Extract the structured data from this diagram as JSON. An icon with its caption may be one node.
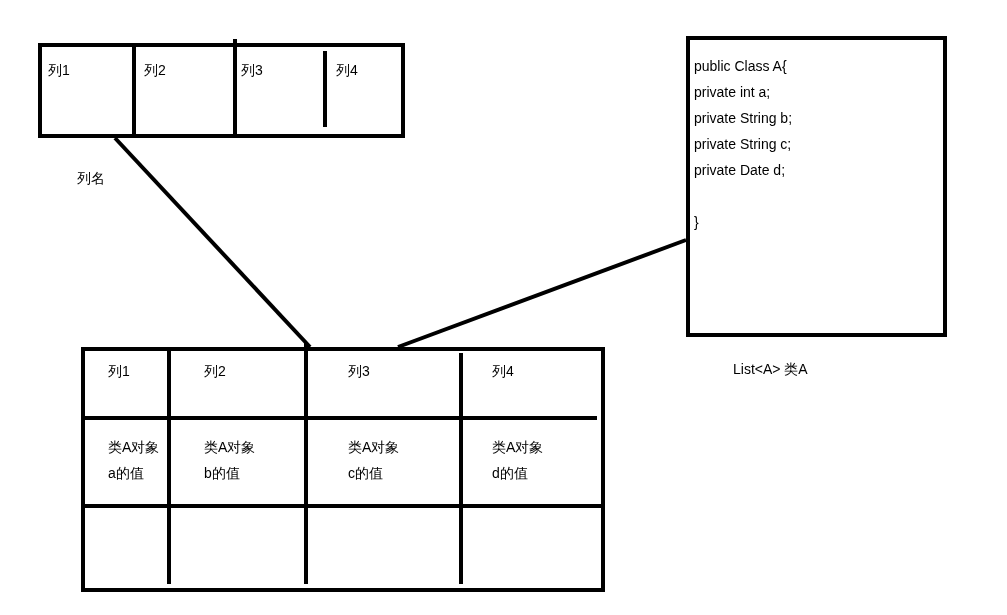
{
  "diagram": {
    "nodes": [
      {
        "text": [
          "列1",
          "列2",
          "列3",
          "列4"
        ],
        "beside": [
          "列名"
        ]
      },
      {
        "text": [
          "public Class A{",
          "private int a;",
          "private String b;",
          "private String c;",
          "private Date d;",
          "}"
        ],
        "beside": [
          "List<A> 类A"
        ]
      },
      {
        "text": [
          "列1",
          "列2",
          "列3",
          "列4",
          "类A对象 a的值",
          "类A对象 b的值",
          "类A对象 c的值",
          "类A对象 d的值"
        ]
      }
    ],
    "edges": [
      {
        "from": 0,
        "to": 2,
        "arrow": "none"
      },
      {
        "from": 1,
        "to": 2,
        "arrow": "none"
      }
    ]
  }
}
